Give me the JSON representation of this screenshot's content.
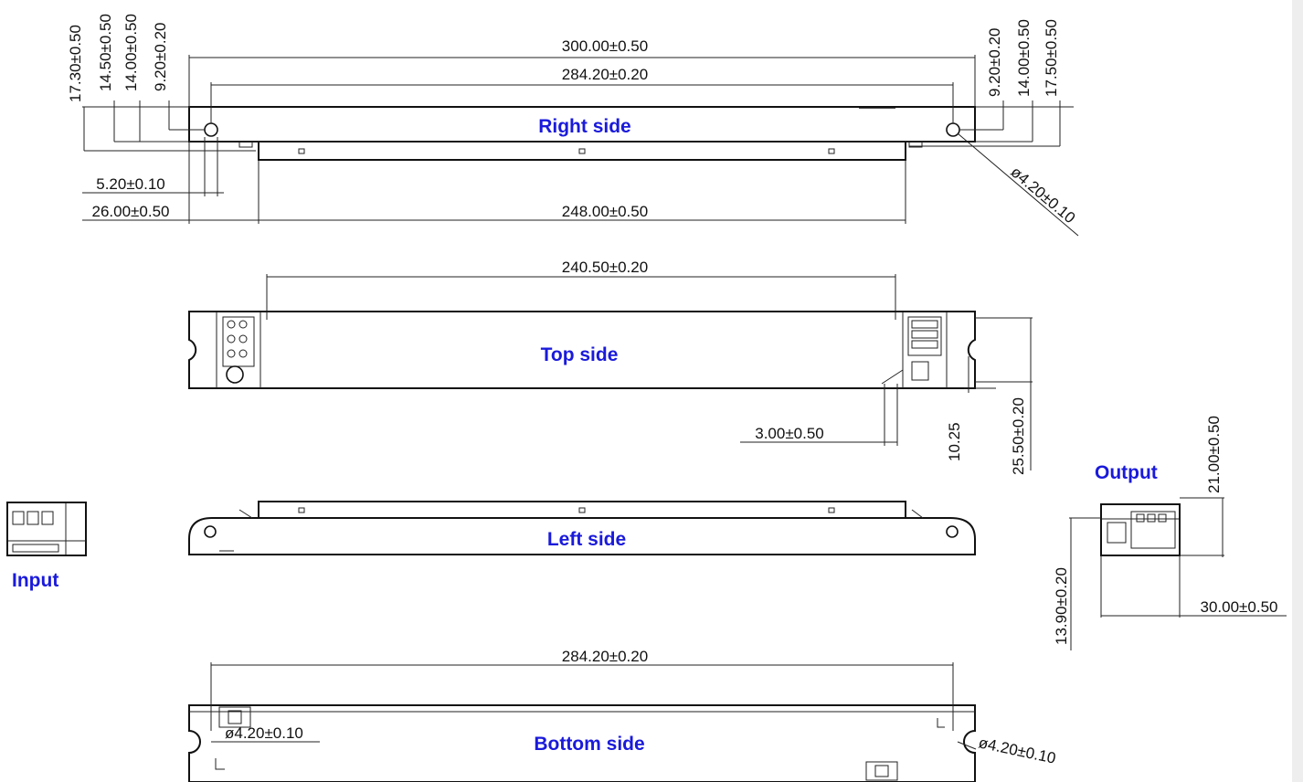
{
  "views": {
    "right": "Right side",
    "top": "Top side",
    "left": "Left side",
    "bottom": "Bottom side",
    "input": "Input",
    "output": "Output"
  },
  "dims": {
    "d300": "300.00±0.50",
    "d2842a": "284.20±0.20",
    "d248": "248.00±0.50",
    "d52": "5.20±0.10",
    "d26": "26.00±0.50",
    "d173": "17.30±0.50",
    "d145": "14.50±0.50",
    "d140l": "14.00±0.50",
    "d92l": "9.20±0.20",
    "d92r": "9.20±0.20",
    "d140r": "14.00±0.50",
    "d175": "17.50±0.50",
    "dia1": "ø4.20±0.10",
    "d2405": "240.50±0.20",
    "d3": "3.00±0.50",
    "d1025": "10.25",
    "d255": "25.50±0.20",
    "d21": "21.00±0.50",
    "d139": "13.90±0.20",
    "d30": "30.00±0.50",
    "d2842b": "284.20±0.20",
    "dia2": "ø4.20±0.10",
    "dia3": "ø4.20±0.10"
  },
  "colors": {
    "label": "#1a1adb",
    "line": "#111111"
  }
}
